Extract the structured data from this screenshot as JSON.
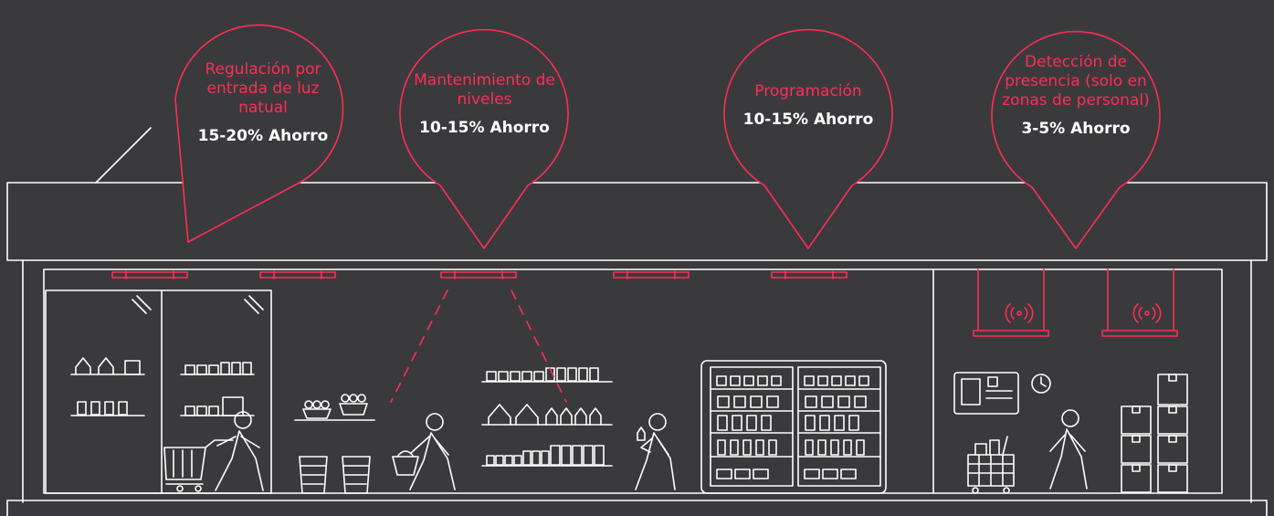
{
  "colors": {
    "background": "#3a3a3c",
    "line": "#ffffff",
    "accent": "#ff2d55"
  },
  "bubbles": [
    {
      "title": "Regulación por entrada de luz natual",
      "saving": "15-20% Ahorro"
    },
    {
      "title": "Mantenimiento de niveles",
      "saving": "10-15% Ahorro"
    },
    {
      "title": "Programación",
      "saving": "10-15% Ahorro"
    },
    {
      "title": "Detección de presencia (solo en zonas de personal)",
      "saving": "3-5% Ahorro"
    }
  ],
  "icons": [
    "shopping-cart-icon",
    "shopper-icon",
    "shopping-basket-icon",
    "refrigerator-icon",
    "clock-icon",
    "presence-sensor-icon",
    "boxes-icon",
    "control-panel-icon",
    "light-fixture-icon"
  ]
}
